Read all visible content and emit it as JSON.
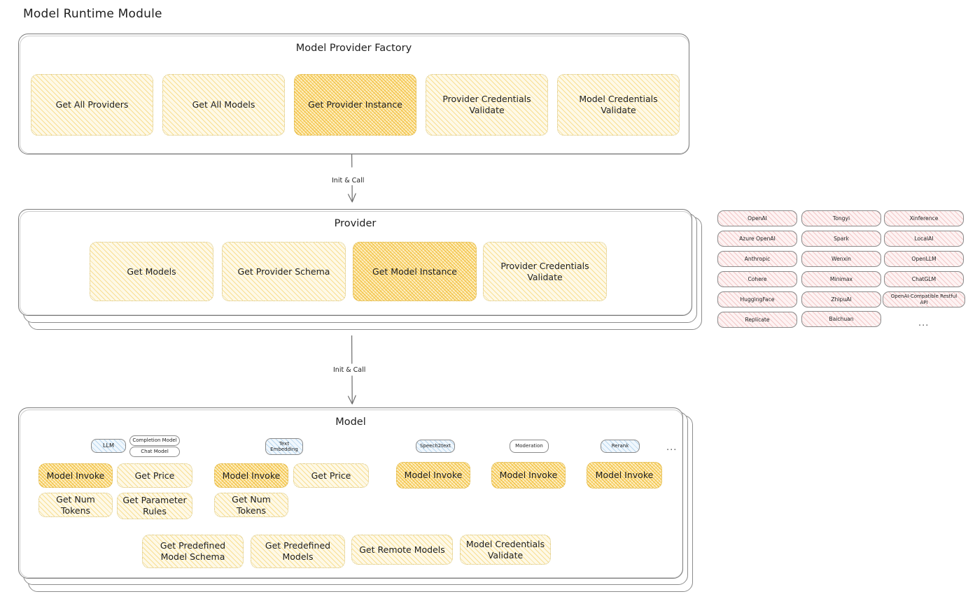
{
  "page": {
    "title": "Model Runtime Module"
  },
  "factory": {
    "title": "Model Provider Factory",
    "nodes": [
      {
        "label": "Get All Providers",
        "highlight": false
      },
      {
        "label": "Get All Models",
        "highlight": false
      },
      {
        "label": "Get Provider Instance",
        "highlight": true
      },
      {
        "label": "Provider Credentials Validate",
        "highlight": false
      },
      {
        "label": "Model Credentials Validate",
        "highlight": false
      }
    ]
  },
  "arrows": [
    {
      "label": "Init & Call"
    },
    {
      "label": "Init & Call"
    }
  ],
  "provider": {
    "title": "Provider",
    "nodes": [
      {
        "label": "Get Models",
        "highlight": false
      },
      {
        "label": "Get Provider Schema",
        "highlight": false
      },
      {
        "label": "Get Model Instance",
        "highlight": true
      },
      {
        "label": "Provider Credentials Validate",
        "highlight": false
      }
    ]
  },
  "provider_list": {
    "more": "...",
    "columns": [
      {
        "items": [
          "OpenAI",
          "Azure OpenAI",
          "Anthropic",
          "Cohere",
          "HuggingFace",
          "Replicate"
        ]
      },
      {
        "items": [
          "Tongyi",
          "Spark",
          "Wenxin",
          "Minimax",
          "ZhipuAI",
          "Baichuan"
        ]
      },
      {
        "items": [
          "Xinference",
          "LocalAI",
          "OpenLLM",
          "ChatGLM",
          "OpenAI-Compatible Restful API"
        ]
      }
    ]
  },
  "model": {
    "title": "Model",
    "more": "...",
    "types": [
      {
        "name": "LLM",
        "selected": true,
        "subtypes": [
          "Completion Model",
          "Chat Model"
        ],
        "nodes": [
          {
            "label": "Model Invoke",
            "highlight": true
          },
          {
            "label": "Get Price",
            "highlight": false
          },
          {
            "label": "Get Num Tokens",
            "highlight": false
          },
          {
            "label": "Get Parameter Rules",
            "highlight": false
          }
        ]
      },
      {
        "name": "Text Embedding",
        "selected": true,
        "subtypes": [],
        "nodes": [
          {
            "label": "Model Invoke",
            "highlight": true
          },
          {
            "label": "Get Price",
            "highlight": false
          },
          {
            "label": "Get Num Tokens",
            "highlight": false
          }
        ]
      },
      {
        "name": "Speech2text",
        "selected": true,
        "subtypes": [],
        "nodes": [
          {
            "label": "Model Invoke",
            "highlight": true
          }
        ]
      },
      {
        "name": "Moderation",
        "selected": true,
        "subtypes": [],
        "nodes": [
          {
            "label": "Model Invoke",
            "highlight": true
          }
        ]
      },
      {
        "name": "Rerank",
        "selected": true,
        "subtypes": [],
        "nodes": [
          {
            "label": "Model Invoke",
            "highlight": true
          }
        ]
      }
    ],
    "shared_nodes": [
      {
        "label": "Get Predefined Model Schema"
      },
      {
        "label": "Get Predefined Models"
      },
      {
        "label": "Get Remote Models"
      },
      {
        "label": "Model Credentials Validate"
      }
    ]
  },
  "colors": {
    "amber_fill": "#fef9e7",
    "amber_stroke": "#f2c94c",
    "amber_strong_fill": "#fdefc4",
    "pink_fill": "#fdf3f3",
    "blue_fill": "#f0f7fd",
    "box_stroke": "#7b7b7b",
    "text": "#1e1e1e"
  }
}
